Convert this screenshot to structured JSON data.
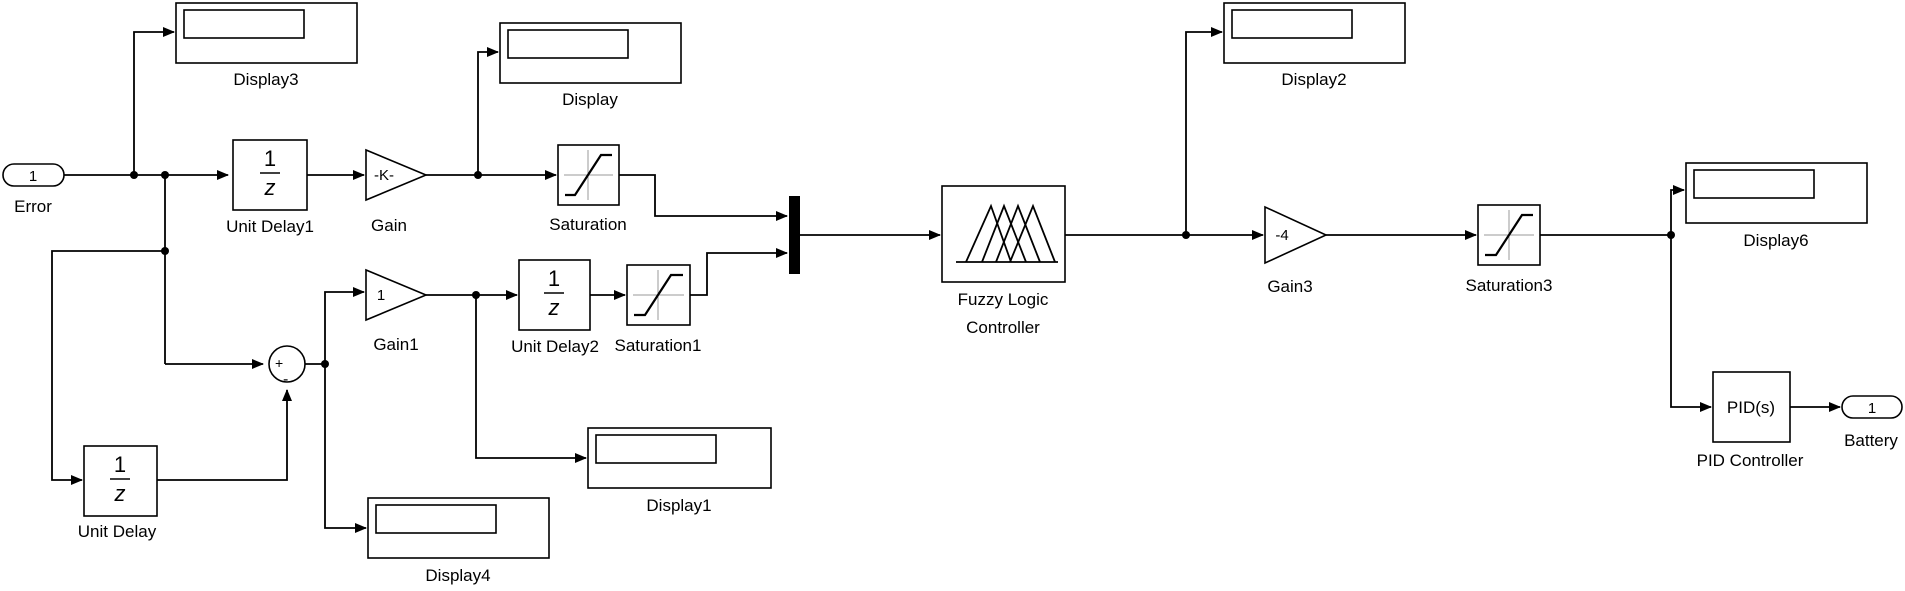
{
  "ports": {
    "in_num": "1",
    "in_label": "Error",
    "out_num": "1",
    "out_label": "Battery"
  },
  "blocks": {
    "display3": "Display3",
    "display": "Display",
    "display2": "Display2",
    "display6": "Display6",
    "display1": "Display1",
    "display4": "Display4",
    "unit_delay1": "Unit Delay1",
    "unit_delay2": "Unit Delay2",
    "unit_delay": "Unit Delay",
    "delay_num": "1",
    "delay_den": "z",
    "gain": "Gain",
    "gain_value": "-K-",
    "gain1": "Gain1",
    "gain1_value": "1",
    "gain3": "Gain3",
    "gain3_value": "-4",
    "saturation": "Saturation",
    "saturation1": "Saturation1",
    "saturation3": "Saturation3",
    "fuzzy_line1": "Fuzzy Logic",
    "fuzzy_line2": "Controller",
    "pid": "PID Controller",
    "pid_value": "PID(s)",
    "sum_plus": "+",
    "sum_minus": "-"
  }
}
